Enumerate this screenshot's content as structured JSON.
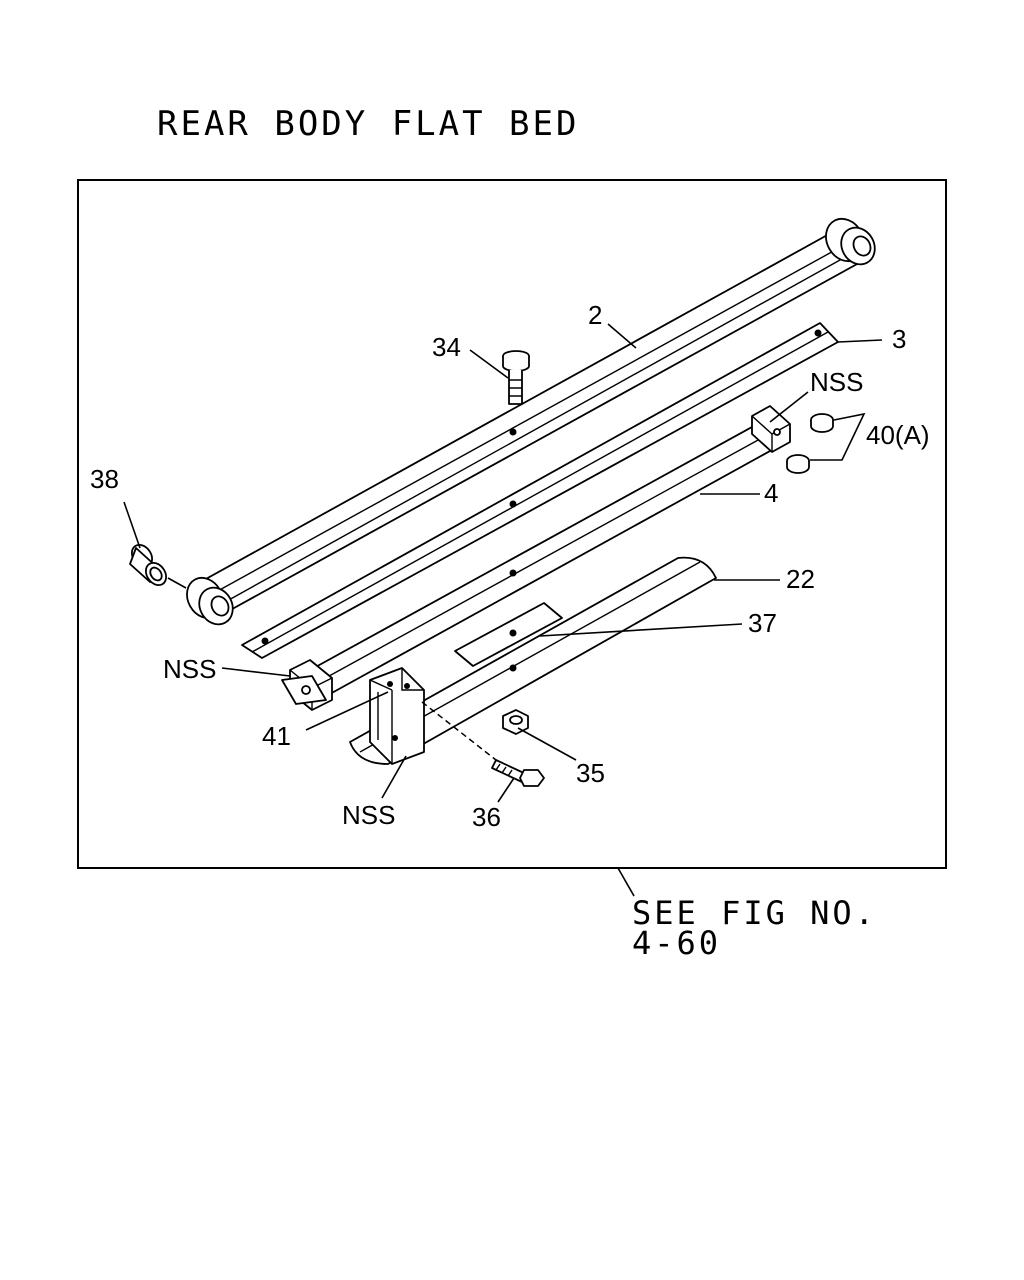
{
  "title": "REAR BODY FLAT BED",
  "reference": {
    "line1": "SEE FIG NO.",
    "line2": "4-60"
  },
  "callouts": {
    "c2": "2",
    "c3": "3",
    "c4": "4",
    "c22": "22",
    "c34": "34",
    "c35": "35",
    "c36": "36",
    "c37": "37",
    "c38": "38",
    "c40": "40(A)",
    "c41": "41",
    "nss_top": "NSS",
    "nss_left": "NSS",
    "nss_bottom": "NSS"
  }
}
